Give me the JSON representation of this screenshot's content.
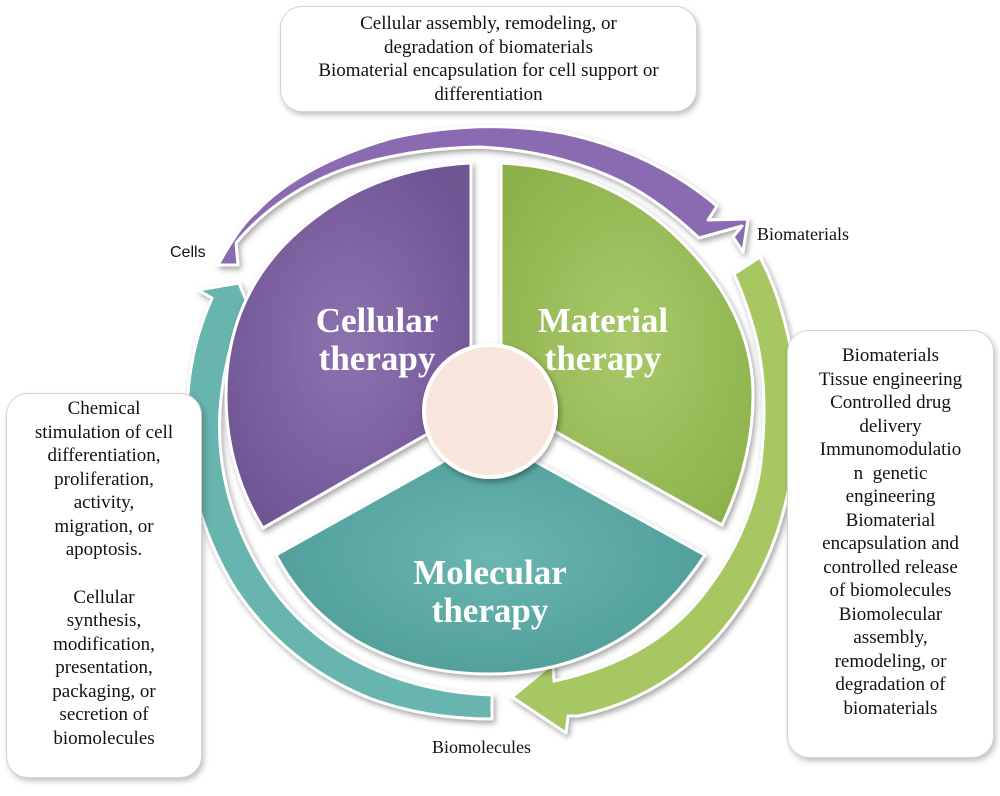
{
  "top_box": {
    "lines": [
      "Cellular assembly, remodeling, or",
      "degradation of biomaterials",
      "Biomaterial encapsulation for cell support or",
      "differentiation"
    ]
  },
  "left_box": {
    "group1": [
      "Chemical",
      "stimulation of cell",
      "differentiation,",
      "proliferation,",
      "activity,",
      "migration, or",
      "apoptosis."
    ],
    "group2": [
      "Cellular",
      "synthesis,",
      "modification,",
      "presentation,",
      "packaging, or",
      "secretion of",
      "biomolecules"
    ]
  },
  "right_box": {
    "lines": [
      "Biomaterials",
      "Tissue engineering",
      "Controlled drug",
      "delivery",
      "Immunomodulatio",
      "n  genetic",
      "engineering",
      "Biomaterial",
      "encapsulation and",
      "controlled release",
      "of biomolecules",
      "Biomolecular",
      "assembly,",
      "remodeling, or",
      "degradation of",
      "biomaterials"
    ]
  },
  "labels": {
    "cells": "Cells",
    "biomaterials": "Biomaterials",
    "biomolecules": "Biomolecules"
  },
  "sectors": {
    "cellular": {
      "line1": "Cellular",
      "line2": "therapy"
    },
    "material": {
      "line1": "Material",
      "line2": "therapy"
    },
    "molecular": {
      "line1": "Molecular",
      "line2": "therapy"
    }
  },
  "colors": {
    "cellular": "#7b5fa0",
    "material": "#9cbe5a",
    "molecular": "#5aa9a4",
    "center": "#f8e6dc",
    "arrow_purple": "#8a6ab0",
    "arrow_green": "#a6c762",
    "arrow_teal": "#67b4ae"
  }
}
